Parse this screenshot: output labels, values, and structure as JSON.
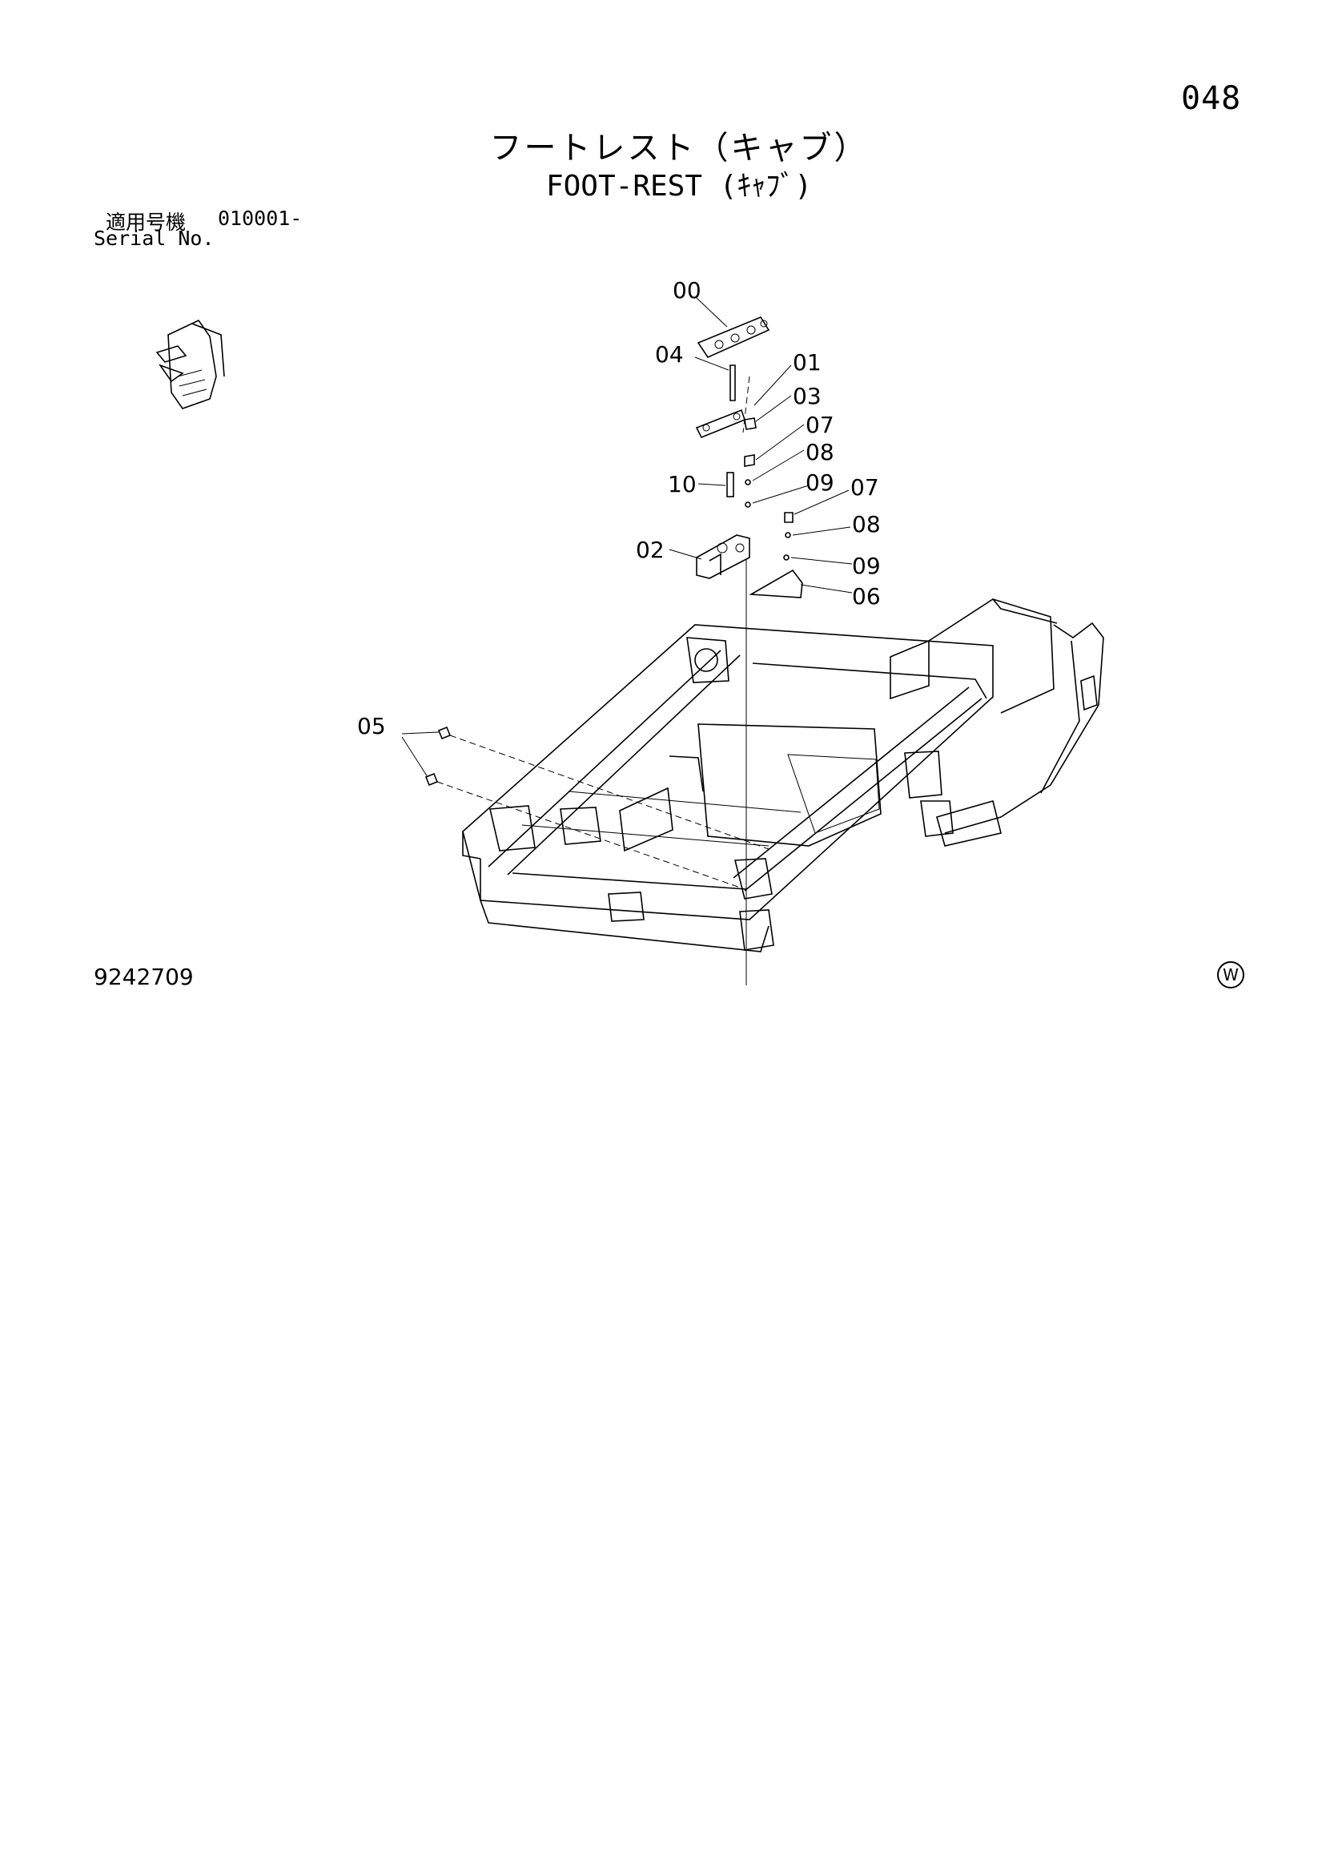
{
  "header": {
    "page_number": "048",
    "title_jp": "フートレスト（キャブ）",
    "title_en": "FOOT-REST (ｷｬﾌﾞ)"
  },
  "serial": {
    "label_jp": "適用号機",
    "range": "010001-",
    "label_en": "Serial No."
  },
  "parts": {
    "p00": "00",
    "p01": "01",
    "p02": "02",
    "p03": "03",
    "p04": "04",
    "p05": "05",
    "p06": "06",
    "p07a": "07",
    "p07b": "07",
    "p08a": "08",
    "p08b": "08",
    "p09a": "09",
    "p09b": "09",
    "p10": "10"
  },
  "footer": {
    "drawing_number": "9242709",
    "copyright_mark": "W"
  }
}
